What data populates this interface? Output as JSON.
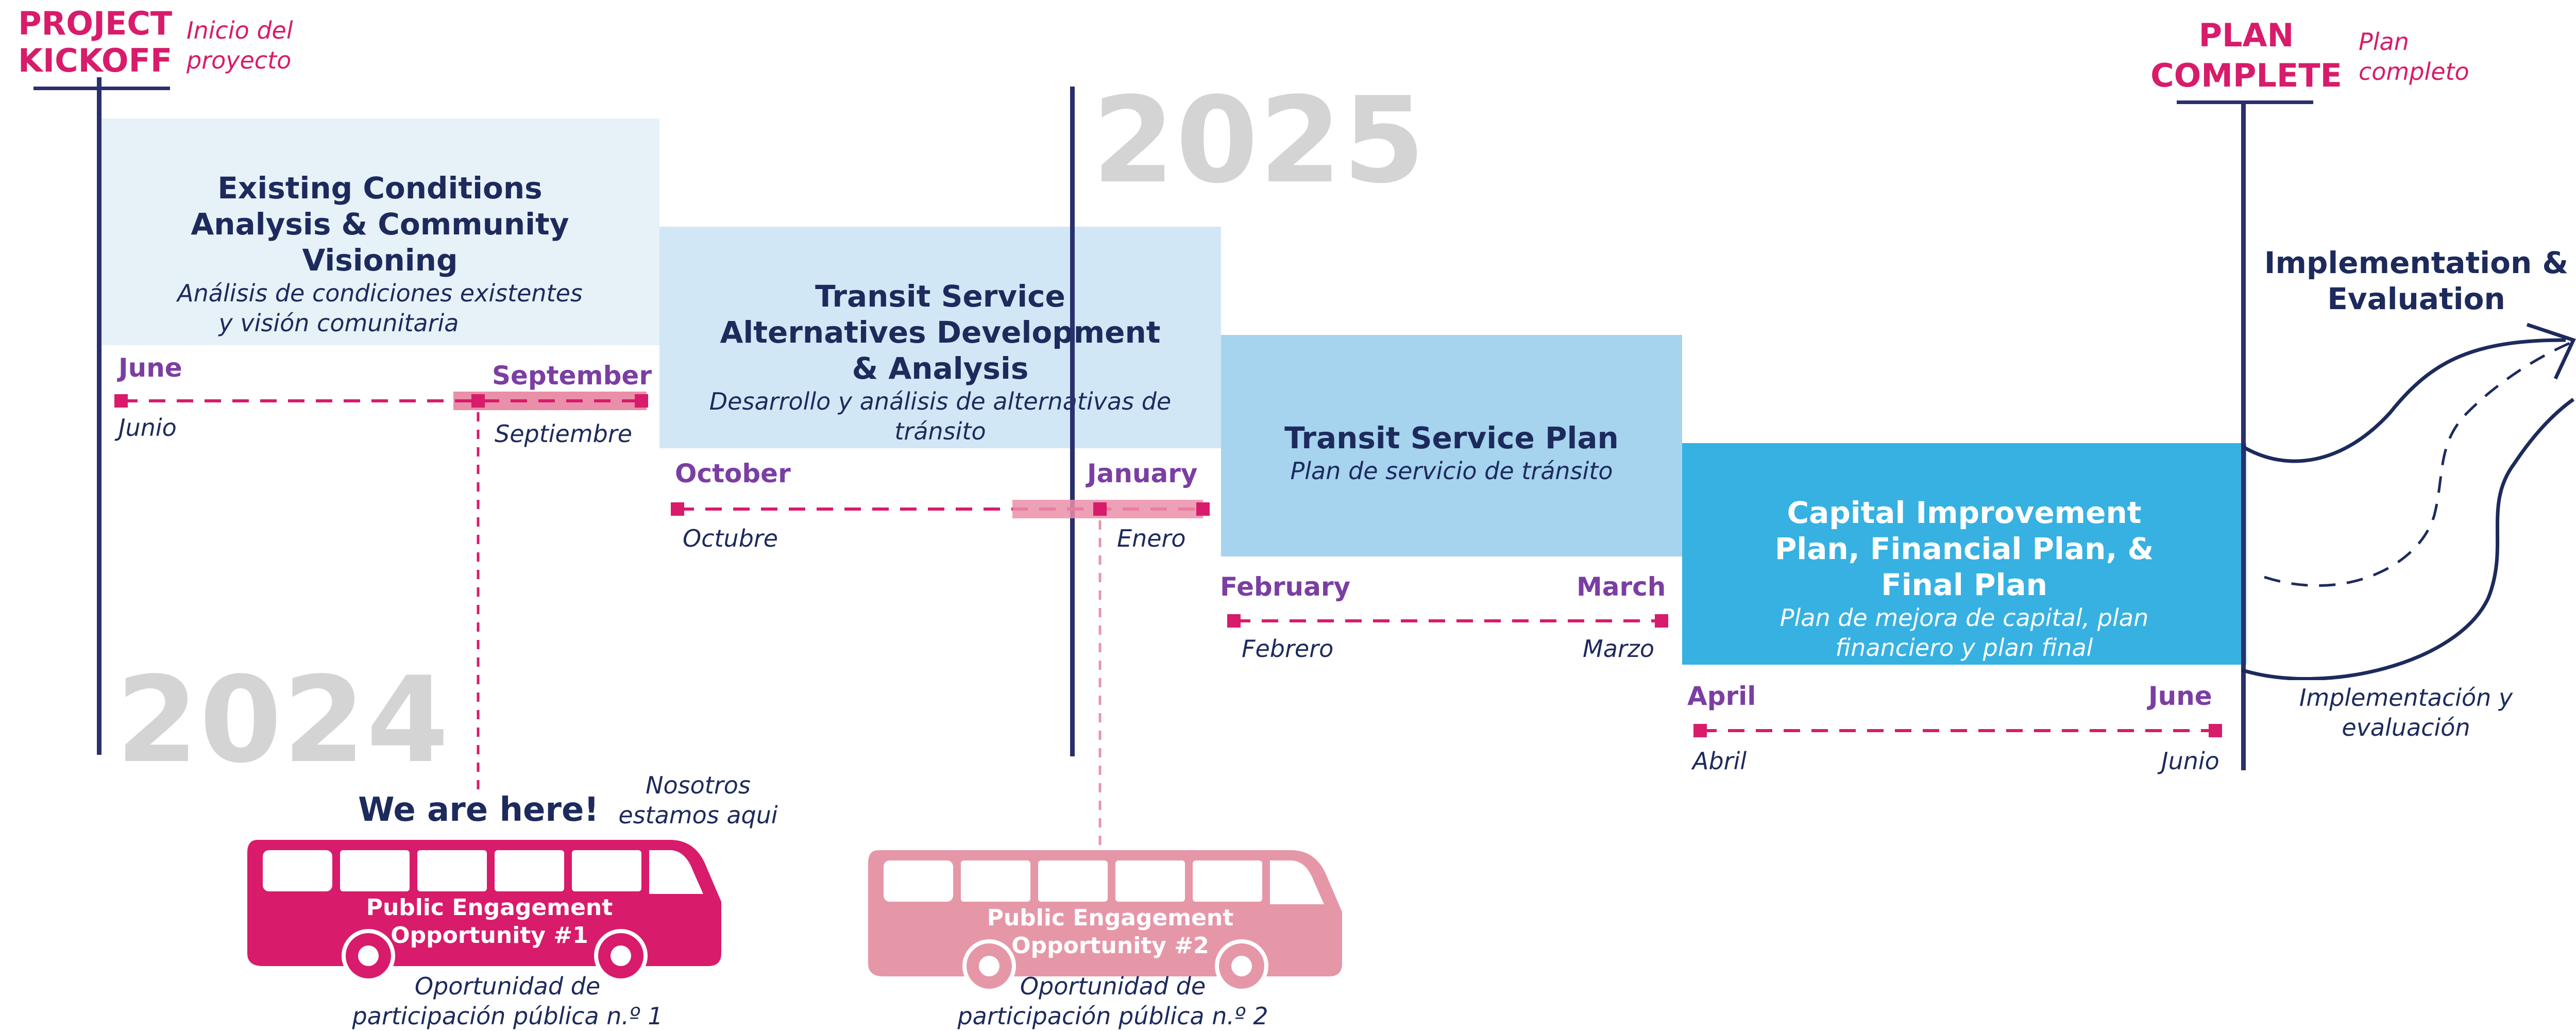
{
  "milestones": {
    "kickoff": {
      "title_line1": "PROJECT",
      "title_line2": "KICKOFF",
      "es_line1": "Inicio del",
      "es_line2": "proyecto"
    },
    "complete": {
      "title_line1": "PLAN",
      "title_line2": "COMPLETE",
      "es_line1": "Plan",
      "es_line2": "completo"
    }
  },
  "years": {
    "y2024": "2024",
    "y2025": "2025"
  },
  "phases": [
    {
      "title_lines": [
        "Existing Conditions",
        "Analysis & Community",
        "Visioning"
      ],
      "es_lines": [
        "Análisis de condiciones existentes",
        "y visión comunitaria"
      ],
      "start": "June",
      "start_es": "Junio",
      "end": "September",
      "end_es": "Septiembre",
      "color": "#e7f1f8"
    },
    {
      "title_lines": [
        "Transit Service",
        "Alternatives Development",
        "& Analysis"
      ],
      "es_lines": [
        "Desarrollo y análisis de alternativas de",
        "tránsito"
      ],
      "start": "October",
      "start_es": "Octubre",
      "end": "January",
      "end_es": "Enero",
      "color": "#d2e7f5"
    },
    {
      "title_lines": [
        "Transit Service Plan"
      ],
      "es_lines": [
        "Plan de servicio de tránsito"
      ],
      "start": "February",
      "start_es": "Febrero",
      "end": "March",
      "end_es": "Marzo",
      "color": "#a6d3ee"
    },
    {
      "title_lines": [
        "Capital Improvement",
        "Plan, Financial Plan, &",
        "Final Plan"
      ],
      "es_lines": [
        "Plan de mejora de capital, plan",
        "financiero y plan final"
      ],
      "start": "April",
      "start_es": "Abril",
      "end": "June",
      "end_es": "Junio",
      "color": "#36b1e2"
    }
  ],
  "implementation": {
    "title_line1": "Implementation &",
    "title_line2": "Evaluation",
    "es_line1": "Implementación y",
    "es_line2": "evaluación"
  },
  "here": {
    "label": "We are here!",
    "es_line1": "Nosotros",
    "es_line2": "estamos aqui"
  },
  "buses": [
    {
      "line1": "Public Engagement",
      "line2": "Opportunity #1",
      "es_line1": "Oportunidad de",
      "es_line2": "participación pública n.º 1",
      "color": "#d81b6a"
    },
    {
      "line1": "Public Engagement",
      "line2": "Opportunity #2",
      "es_line1": "Oportunidad de",
      "es_line2": "participación pública n.º 2",
      "color": "#e597a8"
    }
  ],
  "colors": {
    "navy": "#1d2a5c",
    "pink": "#d81b6a",
    "purple": "#7b3ea3",
    "light_pink": "#e597a8"
  }
}
